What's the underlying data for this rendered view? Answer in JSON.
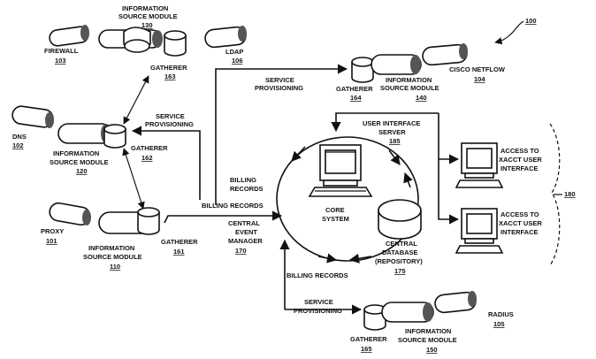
{
  "figure_ref": "100",
  "bracket_ref": "180",
  "labels": {
    "info_source_module_130": "INFORMATION",
    "info_source_module_130_b": "SOURCE MODULE",
    "ref_130": "130",
    "firewall": "FIREWALL",
    "ref_103": "103",
    "gatherer_163": "GATHERER",
    "ref_163": "163",
    "ldap": "LDAP",
    "ref_106": "106",
    "service_prov_top_a": "SERVICE",
    "service_prov_top_b": "PROVISIONING",
    "gatherer_164": "GATHERER",
    "ref_164": "164",
    "info_source_module_140_a": "INFORMATION",
    "info_source_module_140_b": "SOURCE MODULE",
    "ref_140": "140",
    "cisco_netflow": "CISCO NETFLOW",
    "ref_104": "104",
    "service_prov_left_a": "SERVICE",
    "service_prov_left_b": "PROVISIONING",
    "dns": "DNS",
    "ref_102": "102",
    "info_source_module_120_a": "INFORMATION",
    "info_source_module_120_b": "SOURCE MODULE",
    "ref_120": "120",
    "gatherer_162": "GATHERER",
    "ref_162": "162",
    "ui_server_a": "USER INTERFACE",
    "ui_server_b": "SERVER",
    "ref_185": "185",
    "access_1_a": "ACCESS TO",
    "access_1_b": "XACCT USER",
    "access_1_c": "INTERFACE",
    "access_2_a": "ACCESS TO",
    "access_2_b": "XACCT USER",
    "access_2_c": "INTERFACE",
    "billing_records_a": "BILLING",
    "billing_records_b": "RECORDS",
    "billing_records_line": "BILLING RECORDS",
    "core_system_a": "CORE",
    "core_system_b": "SYSTEM",
    "central_event_a": "CENTRAL",
    "central_event_b": "EVENT",
    "central_event_c": "MANAGER",
    "ref_170": "170",
    "central_db_a": "CENTRAL",
    "central_db_b": "DATABASE",
    "central_db_c": "(REPOSITORY)",
    "ref_175": "175",
    "proxy": "PROXY",
    "ref_101": "101",
    "info_source_module_110_a": "INFORMATION",
    "info_source_module_110_b": "SOURCE MODULE",
    "ref_110": "110",
    "gatherer_161": "GATHERER",
    "ref_161": "161",
    "billing_records_bottom": "BILLING RECORDS",
    "service_prov_bottom_a": "SERVICE",
    "service_prov_bottom_b": "PROVISIONING",
    "radius": "RADIUS",
    "ref_105": "105",
    "gatherer_165": "GATHERER",
    "ref_165": "165",
    "info_source_module_150_a": "INFORMATION",
    "info_source_module_150_b": "SOURCE MODULE",
    "ref_150": "150"
  }
}
